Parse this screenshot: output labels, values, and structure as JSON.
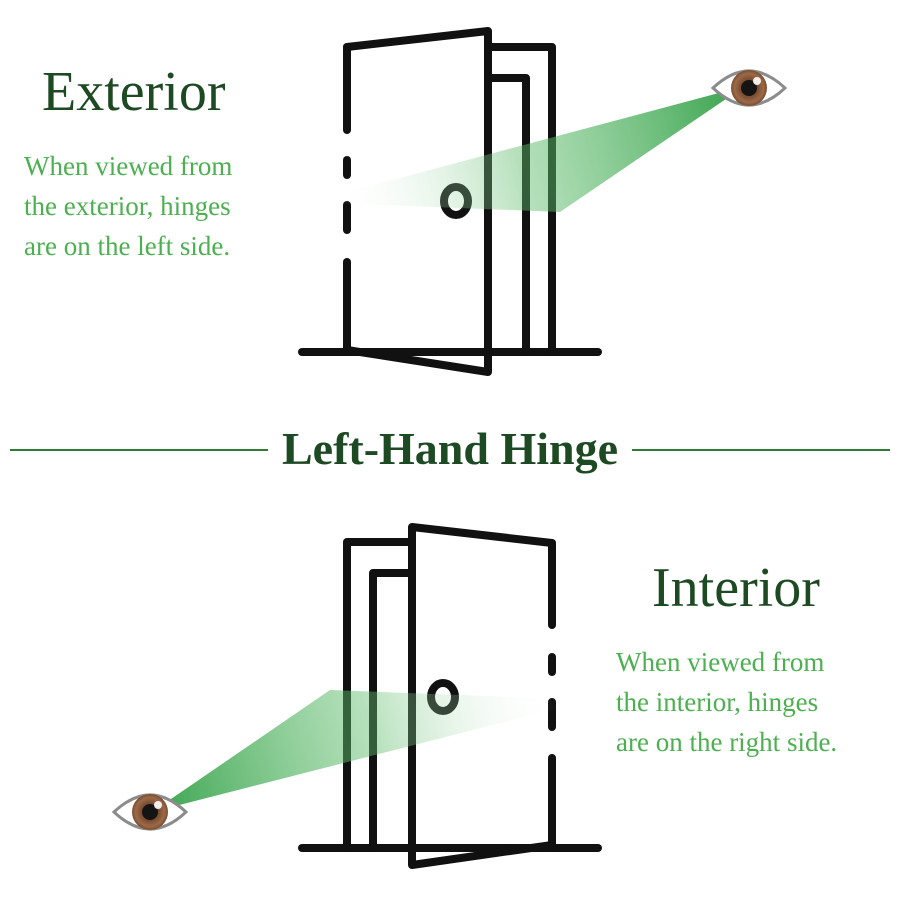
{
  "exterior": {
    "title": "Exterior",
    "description": [
      "When viewed from",
      "the exterior, hinges",
      "are on the left side."
    ]
  },
  "divider": {
    "title": "Left-Hand Hinge"
  },
  "interior": {
    "title": "Interior",
    "description": [
      "When viewed from",
      "the interior, hinges",
      "are on the right side."
    ]
  },
  "colors": {
    "heading": "#1d4a22",
    "description": "#4caf50",
    "sightline": "#2e9e44",
    "iris": "#8a5a3c",
    "door_stroke": "#111111"
  },
  "icons": [
    "door-open-exterior-icon",
    "door-open-interior-icon",
    "eye-icon"
  ]
}
